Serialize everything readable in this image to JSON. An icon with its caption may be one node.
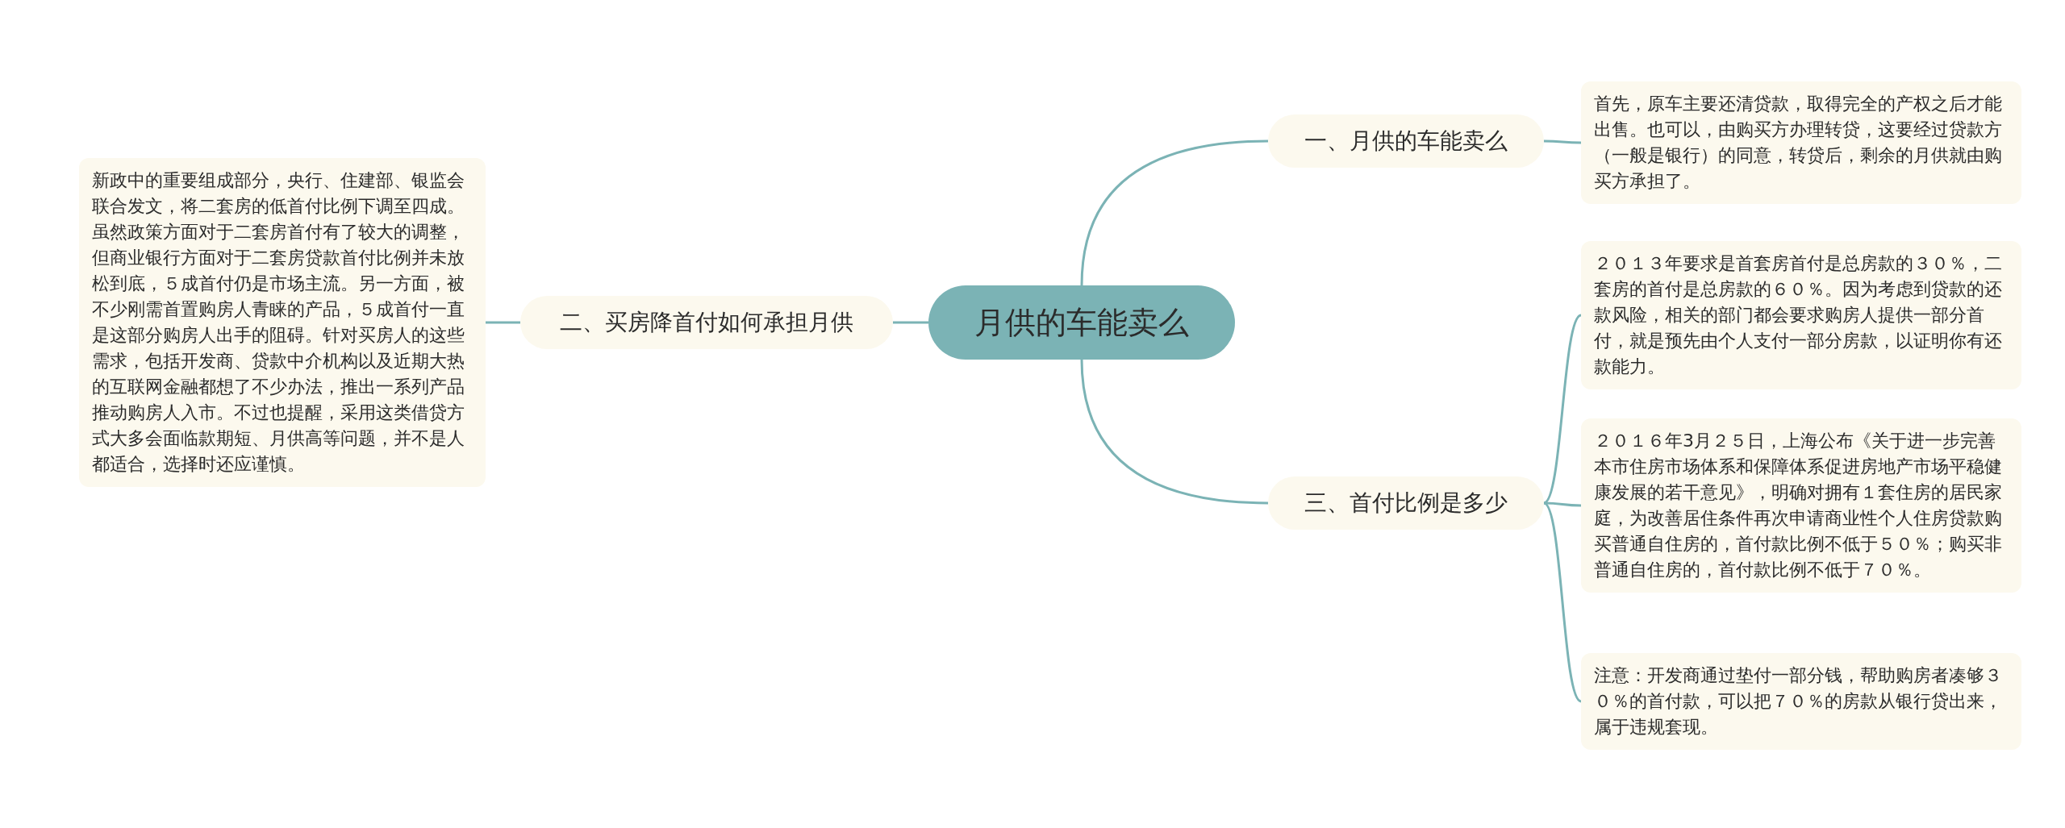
{
  "diagram": {
    "nodes": [
      {
        "text": [
          "月供的车能卖么"
        ]
      },
      {
        "text": [
          "一、月供的车能卖么"
        ]
      },
      {
        "text": [
          "首先，原车主要还清贷款，取得完全的产权之后才能出售。也可以，由购买方办理转贷，这要经过贷款方（一般是银行）的同意，转贷后，剩余的月供就由购买方承担了。"
        ]
      },
      {
        "text": [
          "二、买房降首付如何承担月供"
        ]
      },
      {
        "text": [
          "新政中的重要组成部分，央行、住建部、银监会联合发文，将二套房的低首付比例下调至四成。虽然政策方面对于二套房首付有了较大的调整，但商业银行方面对于二套房贷款首付比例并未放松到底，５成首付仍是市场主流。另一方面，被不少刚需首置购房人青睐的产品，５成首付一直是这部分购房人出手的阻碍。针对买房人的这些需求，包括开发商、贷款中介机构以及近期大热的互联网金融都想了不少办法，推出一系列产品推动购房人入市。不过也提醒，采用这类借贷方式大多会面临款期短、月供高等问题，并不是人都适合，选择时还应谨慎。"
        ]
      },
      {
        "text": [
          "三、首付比例是多少"
        ]
      },
      {
        "text": [
          "２０１３年要求是首套房首付是总房款的３０％，二套房的首付是总房款的６０％。因为考虑到贷款的还款风险，相关的部门都会要求购房人提供一部分首付，就是预先由个人支付一部分房款，以证明你有还款能力。"
        ]
      },
      {
        "text": [
          "２０１６年3月２５日，上海公布《关于进一步完善本市住房市场体系和保障体系促进房地产市场平稳健康发展的若干意见》，明确对拥有１套住房的居民家庭，为改善居住条件再次申请商业性个人住房贷款购买普通自住房的，首付款比例不低于５０％；购买非普通自住房的，首付款比例不低于７０％。"
        ]
      },
      {
        "text": [
          "注意：开发商通过垫付一部分钱，帮助购房者凑够３０％的首付款，可以把７０％的房款从银行贷出来，属于违规套现。"
        ]
      }
    ],
    "edges": [
      {
        "from": 0,
        "to": 1,
        "arrow": "none"
      },
      {
        "from": 1,
        "to": 2,
        "arrow": "none"
      },
      {
        "from": 0,
        "to": 3,
        "arrow": "none"
      },
      {
        "from": 3,
        "to": 4,
        "arrow": "none"
      },
      {
        "from": 0,
        "to": 5,
        "arrow": "none"
      },
      {
        "from": 5,
        "to": 6,
        "arrow": "none"
      },
      {
        "from": 5,
        "to": 7,
        "arrow": "none"
      },
      {
        "from": 5,
        "to": 8,
        "arrow": "none"
      }
    ]
  }
}
